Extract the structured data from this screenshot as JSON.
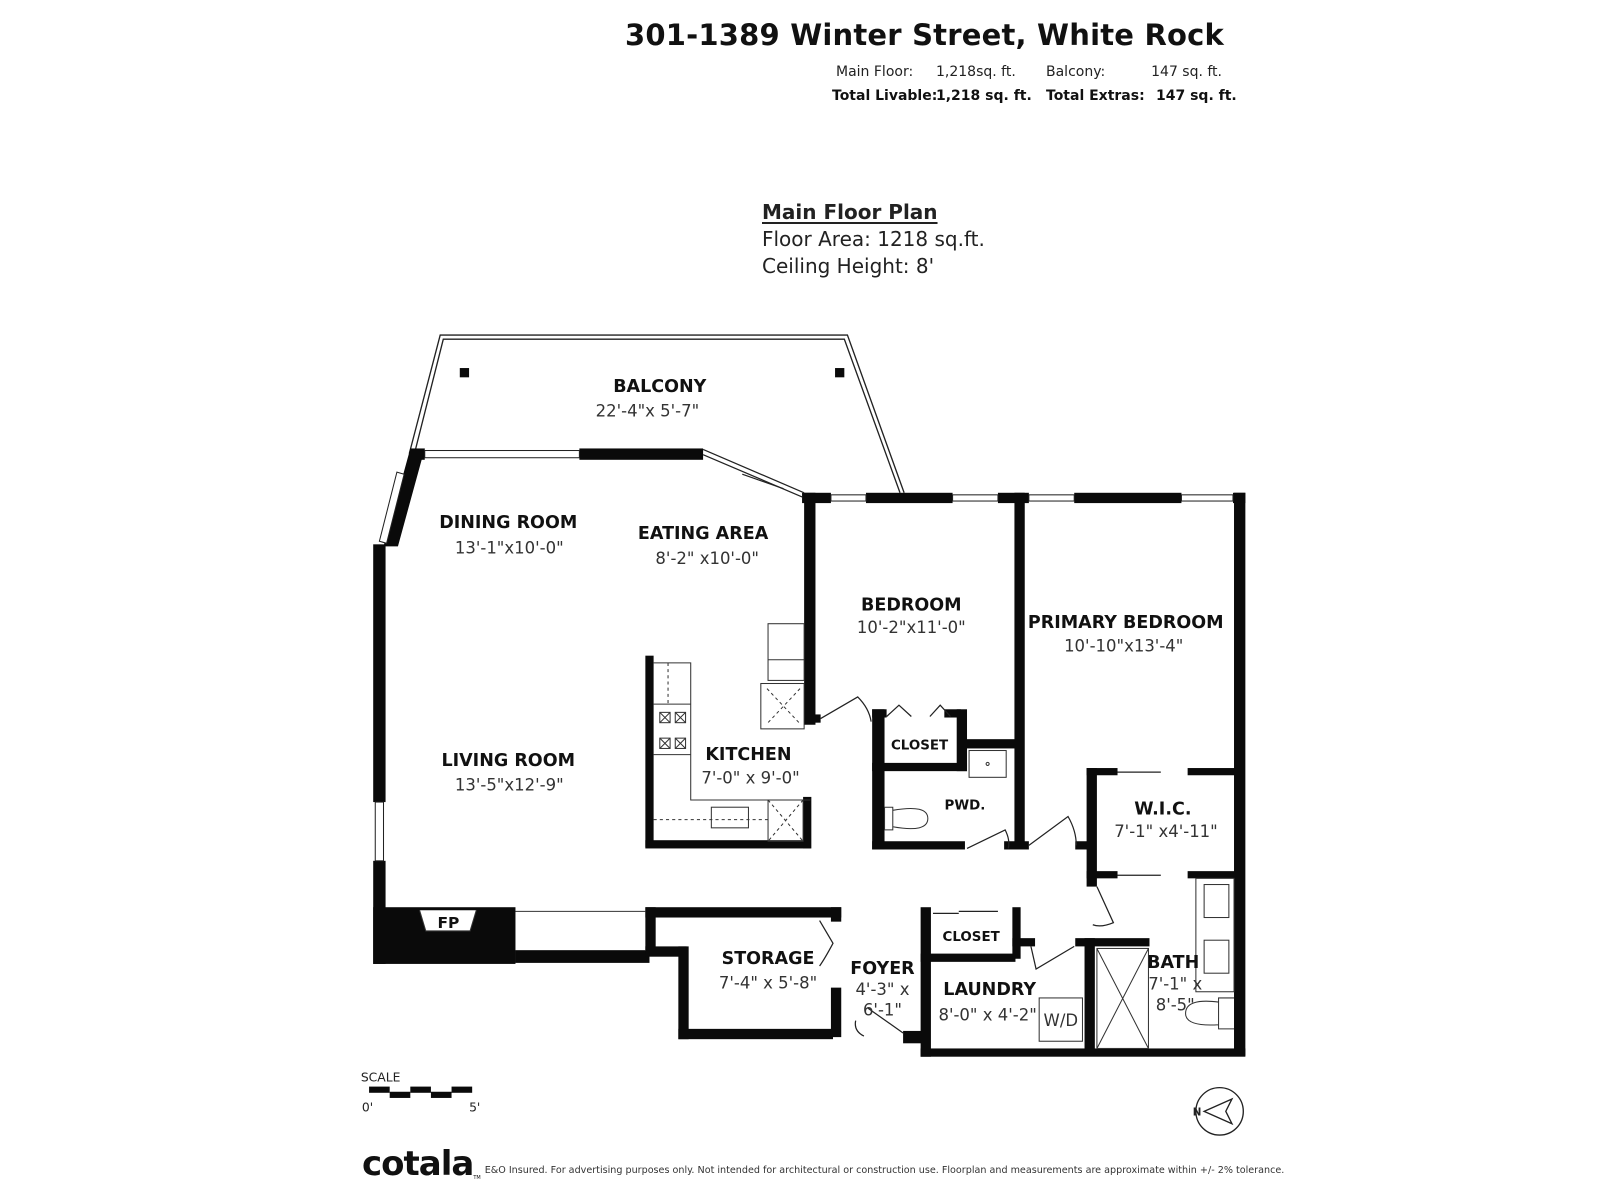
{
  "header": {
    "address": "301-1389 Winter Street, White Rock",
    "summary": {
      "row1": [
        {
          "label": "Main Floor:",
          "value": "1,218sq. ft."
        },
        {
          "label": "Balcony:",
          "value": "147 sq. ft."
        }
      ],
      "row2": [
        {
          "label": "Total Livable:",
          "value": "1,218 sq. ft."
        },
        {
          "label": "Total Extras:",
          "value": "147 sq. ft."
        }
      ]
    }
  },
  "plan": {
    "title": "Main Floor Plan",
    "floor_area": "Floor Area: 1218 sq.ft.",
    "ceiling_height": "Ceiling Height: 8'"
  },
  "rooms": {
    "balcony": {
      "name": "BALCONY",
      "dims": "22'-4\"x 5'-7\""
    },
    "dining_room": {
      "name": "DINING ROOM",
      "dims": "13'-1\"x10'-0\""
    },
    "eating_area": {
      "name": "EATING AREA",
      "dims": "8'-2\" x10'-0\""
    },
    "bedroom": {
      "name": "BEDROOM",
      "dims": "10'-2\"x11'-0\""
    },
    "primary_bedroom": {
      "name": "PRIMARY BEDROOM",
      "dims": "10'-10\"x13'-4\""
    },
    "living_room": {
      "name": "LIVING ROOM",
      "dims": "13'-5\"x12'-9\""
    },
    "kitchen": {
      "name": "KITCHEN",
      "dims": "7'-0\" x 9'-0\""
    },
    "closet_bedroom": {
      "name": "CLOSET"
    },
    "powder": {
      "name": "PWD."
    },
    "wic": {
      "name": "W.I.C.",
      "dims": "7'-1\" x4'-11\""
    },
    "storage": {
      "name": "STORAGE",
      "dims": "7'-4\" x 5'-8\""
    },
    "foyer": {
      "name": "FOYER",
      "dims_line1": "4'-3\" x",
      "dims_line2": "6'-1\""
    },
    "closet_foyer": {
      "name": "CLOSET"
    },
    "laundry": {
      "name": "LAUNDRY",
      "dims": "8'-0\" x 4'-2\""
    },
    "washer_dryer": {
      "name": "W/D"
    },
    "bath": {
      "name": "BATH",
      "dims_line1": "7'-1\" x",
      "dims_line2": "8'-5\""
    },
    "fireplace": {
      "name": "FP"
    }
  },
  "scale": {
    "label": "SCALE",
    "start": "0'",
    "end": "5'"
  },
  "compass": {
    "north_label": "N"
  },
  "footer": {
    "brand": "cotala",
    "trademark": "TM",
    "disclaimer": "E&O Insured. For advertising purposes only. Not intended for architectural or construction use. Floorplan and measurements are approximate within +/- 2% tolerance."
  },
  "colors": {
    "wall": "#0a0a0a",
    "background": "#ffffff",
    "text": "#111111"
  }
}
